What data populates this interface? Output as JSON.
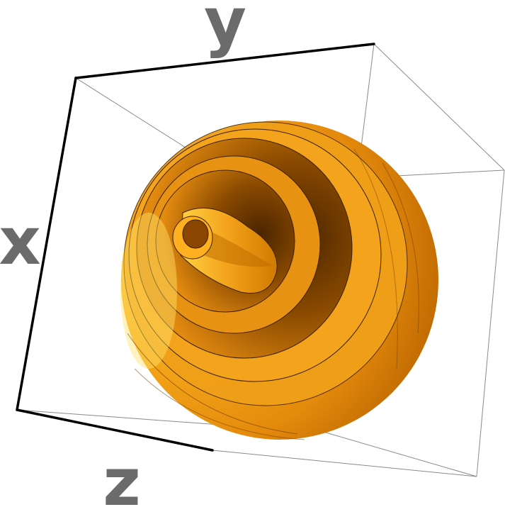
{
  "axes": {
    "x_label": "x",
    "y_label": "y",
    "z_label": "z"
  },
  "colors": {
    "surface_light": "#ffd34a",
    "surface_mid": "#f39a12",
    "surface_dark": "#5a3000",
    "box_front_edge": "#000000",
    "box_back_edge": "#8a8a8a",
    "axis_label": "#6b6b6b"
  }
}
